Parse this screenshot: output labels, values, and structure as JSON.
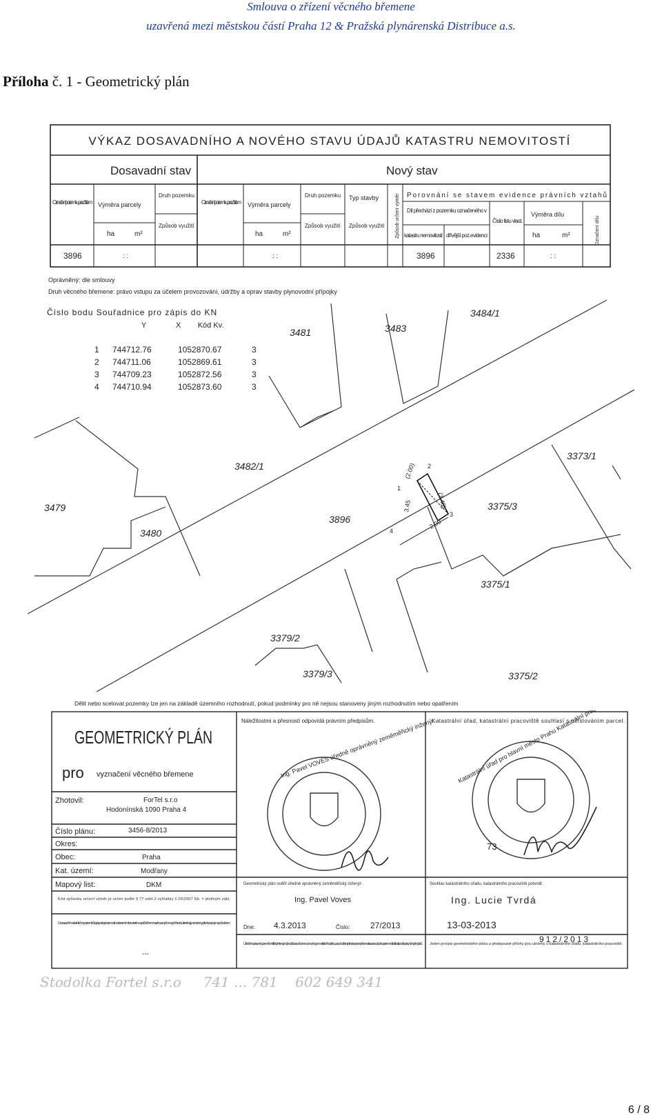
{
  "header": {
    "line1": "Smlouva o zřízení věcného břemene",
    "line2": "uzavřená mezi městskou částí Praha 12 & Pražská plynárenská Distribuce a.s."
  },
  "attachment": {
    "bold": "Příloha",
    "rest": " č. 1 - Geometrický plán"
  },
  "vykaz": {
    "title": "VÝKAZ DOSAVADNÍHO A NOVÉHO STAVU ÚDAJŮ KATASTRU NEMOVITOSTÍ",
    "dosavadni": "Dosavadní stav",
    "novy": "Nový stav",
    "col_oznaceni": "Označení pozemku parc. číslem",
    "col_vymera": "Výměra parcely",
    "col_druh": "Druh pozemku",
    "col_zpusob": "Způsob využití",
    "col_typ": "Typ stavby",
    "col_zpusob_urc": "Způsob určení výměr",
    "col_porovnani": "Porovnání se stavem evidence právních vztahů",
    "col_dil": "Díl přechází z pozemku označeného v",
    "col_katastru": "katastru nemovitostí",
    "col_drivejsi": "dřívější poz.evidenci",
    "col_cislo_listu": "Číslo listu vlast.",
    "col_vymera_dilu": "Výměra dílu",
    "col_oznaceni_dilu": "Označení dílu",
    "ha": "ha",
    "m2": "m²",
    "row_old_parcel": "3896",
    "row_new_parcel": "3896",
    "row_list": "2336"
  },
  "plan": {
    "opravneny": "Oprávněný: dle smlouvy",
    "druh": "Druh věcného břemene: právo vstupu za účelem provozování, údržby a oprav stavby plynovodní přípojky",
    "coords_head": "Číslo bodu   Souřadnice pro zápis do KN",
    "coords_cols": "Y              X        Kód Kv.",
    "points": [
      {
        "n": "1",
        "y": "744712.76",
        "x": "1052870.67",
        "k": "3"
      },
      {
        "n": "2",
        "y": "744711.06",
        "x": "1052869.61",
        "k": "3"
      },
      {
        "n": "3",
        "y": "744709.23",
        "x": "1052872.56",
        "k": "3"
      },
      {
        "n": "4",
        "y": "744710.94",
        "x": "1052873.60",
        "k": "3"
      }
    ],
    "parcels": [
      "3481",
      "3483",
      "3484/1",
      "3482/1",
      "3479",
      "3480",
      "3896",
      "3373/1",
      "3375/3",
      "3375/1",
      "3379/2",
      "3379/3",
      "3375/2"
    ],
    "dims": [
      "(2.00)",
      "(3.48)",
      "3.45",
      "2.00"
    ],
    "note": "Dělit nebo scelovat pozemky lze jen na základě územního rozhodnutí, pokud podmínky pro ně nejsou stanoveny jiným rozhodnutím nebo opatřením"
  },
  "form": {
    "title": "GEOMETRICKÝ PLÁN",
    "pro": "pro",
    "purpose": "vyznačení věcného břemene",
    "zhotovil_label": "Zhotovil:",
    "zhotovil_1": "ForTel s.r.o",
    "zhotovil_2": "Hodonínská 1090 Praha 4",
    "cislo_label": "Číslo plánu:",
    "cislo": "3456-8/2013",
    "okres_label": "Okres:",
    "obec_label": "Obec:",
    "obec": "Praha",
    "kat_label": "Kat. území:",
    "kat": "Modřany",
    "mapovy_label": "Mapový list:",
    "mapovy": "DKM",
    "kod_note": "Kód způsobu určení výměr je určen podle § 77 odst.2 vyhlášky č.26/2007 Sb. = plošným zákl.",
    "vlastnici_note": "Dosavadním vlastníkům pozemků byla poskytnuta možnost seznámit se v terénu s průběhem navrhovaných nových hranic, které byly označeny předepsaným způsobem:",
    "vlastnici_dash": "---",
    "nalezitosti": "Náležitostmi a přesností odpovídá právním předpisům.",
    "overil": "Geometrický plán ověřil úředně oprávněný zeměměřický inženýr:",
    "engineer": "Ing. Pavel Voves",
    "dne_label": "Dne:",
    "dne": "4.3.2013",
    "cislo2_label": "Číslo:",
    "cislo2": "27/2013",
    "uredne_note": "Úředně oprávněný zeměměřický inženýr odpovídá za odbornou úroveň geometrického plánu, za dodržení předepsané přesnosti a za soulad s opisem náležitostí podle právních předpisů.",
    "katastr_head": "Katastrální úřad, katastrální pracoviště souhlasí s očíslováním parcel.",
    "souhlas": "Souhlas katastrálního úřadu, katastrálního pracoviště potvrdil:",
    "lucie": "Ing. Lucie Tvrdá",
    "dne2": "13-03-2013",
    "cislo3": "912/2013",
    "jeden_note": "Jeden prvopis geometrického plánu a předepsané přílohy jsou uloženy u katastrálního úřadu, katastrálního pracoviště.",
    "stamp1_text": "Ing. Pavel VOVES úředně oprávněný zeměměřický inženýr",
    "stamp2_text": "Katastrální úřad pro hlavní město Prahu Katastrální pracoviště Praha",
    "stamp2_num": "73",
    "handwriting": "Stodolka Fortel s.r.o     741 ... 781    602 649 341"
  },
  "page_number": "6 / 8"
}
